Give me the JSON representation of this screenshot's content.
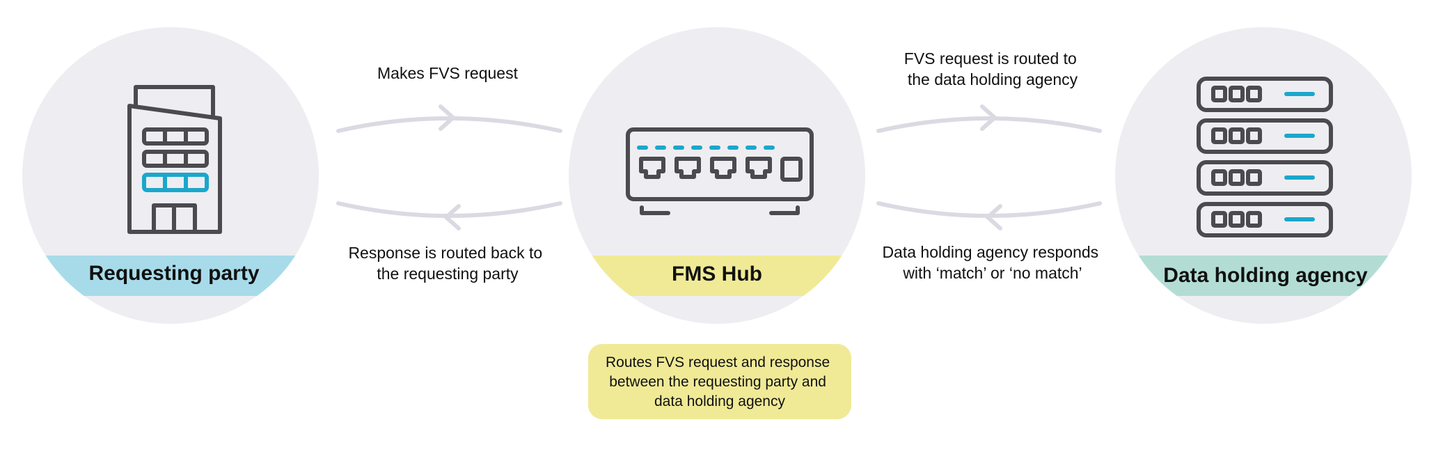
{
  "nodes": [
    {
      "id": "requesting",
      "label": "Requesting party",
      "band_color": "#a8dbe9",
      "icon": "building-icon"
    },
    {
      "id": "hub",
      "label": "FMS Hub",
      "band_color": "#f0ea97",
      "icon": "network-switch-icon"
    },
    {
      "id": "agency",
      "label": "Data holding agency",
      "band_color": "#b3ddd4",
      "icon": "server-rack-icon"
    }
  ],
  "flows": [
    {
      "id": "request-to-hub",
      "lines": [
        "Makes FVS request"
      ]
    },
    {
      "id": "hub-to-requesting",
      "lines": [
        "Response is routed back to",
        "the requesting party"
      ]
    },
    {
      "id": "hub-to-agency",
      "lines": [
        "FVS request is routed to",
        "the data holding agency"
      ]
    },
    {
      "id": "agency-to-hub",
      "lines": [
        "Data holding agency responds",
        "with ‘match’ or ‘no match’"
      ]
    }
  ],
  "hub_note": {
    "lines": [
      "Routes FVS request and response",
      "between the requesting party and",
      "data holding agency"
    ],
    "color": "#f0ea97"
  },
  "colors": {
    "circle": "#eeedf1",
    "icon_stroke": "#4b4a4f",
    "accent": "#1aa7cc",
    "arrow": "#dbdae3"
  }
}
